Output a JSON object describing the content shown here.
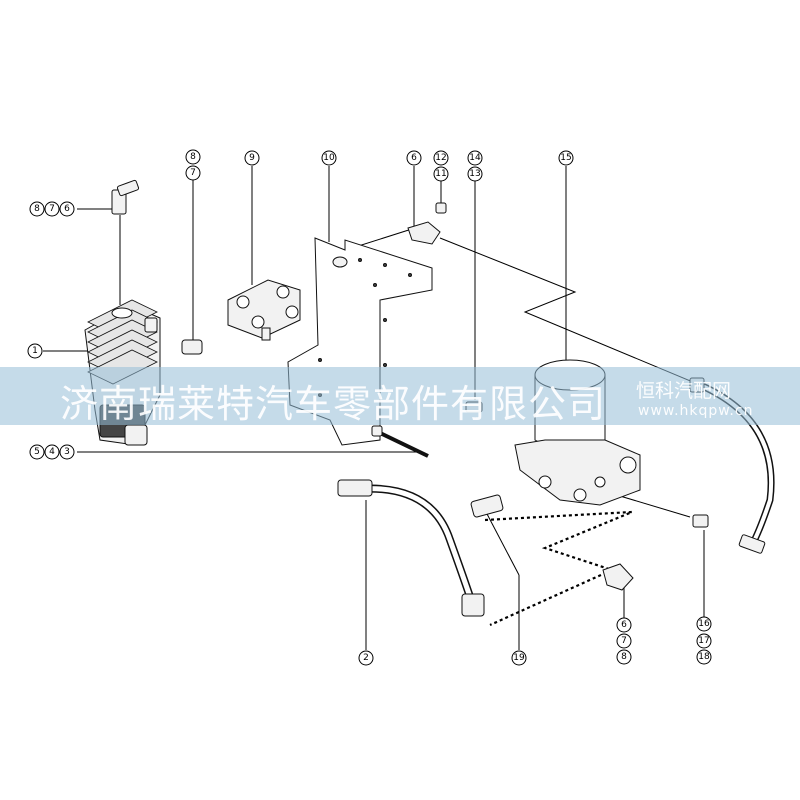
{
  "watermark": {
    "company": "济南瑞莱特汽车零部件有限公司",
    "site": "恒科汽配网",
    "url": "www.hkqpw.cn"
  },
  "callouts": [
    {
      "id": "c-8a",
      "label": "8"
    },
    {
      "id": "c-7a",
      "label": "7"
    },
    {
      "id": "c-9",
      "label": "9"
    },
    {
      "id": "c-10",
      "label": "10"
    },
    {
      "id": "c-6a",
      "label": "6"
    },
    {
      "id": "c-12",
      "label": "12"
    },
    {
      "id": "c-11",
      "label": "11"
    },
    {
      "id": "c-14",
      "label": "14"
    },
    {
      "id": "c-13",
      "label": "13"
    },
    {
      "id": "c-15",
      "label": "15"
    },
    {
      "id": "c-8b",
      "label": "8"
    },
    {
      "id": "c-7b",
      "label": "7"
    },
    {
      "id": "c-6b",
      "label": "6"
    },
    {
      "id": "c-1",
      "label": "1"
    },
    {
      "id": "c-5",
      "label": "5"
    },
    {
      "id": "c-4",
      "label": "4"
    },
    {
      "id": "c-3",
      "label": "3"
    },
    {
      "id": "c-2",
      "label": "2"
    },
    {
      "id": "c-19",
      "label": "19"
    },
    {
      "id": "c-6c",
      "label": "6"
    },
    {
      "id": "c-7c",
      "label": "7"
    },
    {
      "id": "c-8c",
      "label": "8"
    },
    {
      "id": "c-16",
      "label": "16"
    },
    {
      "id": "c-17",
      "label": "17"
    },
    {
      "id": "c-18",
      "label": "18"
    }
  ]
}
